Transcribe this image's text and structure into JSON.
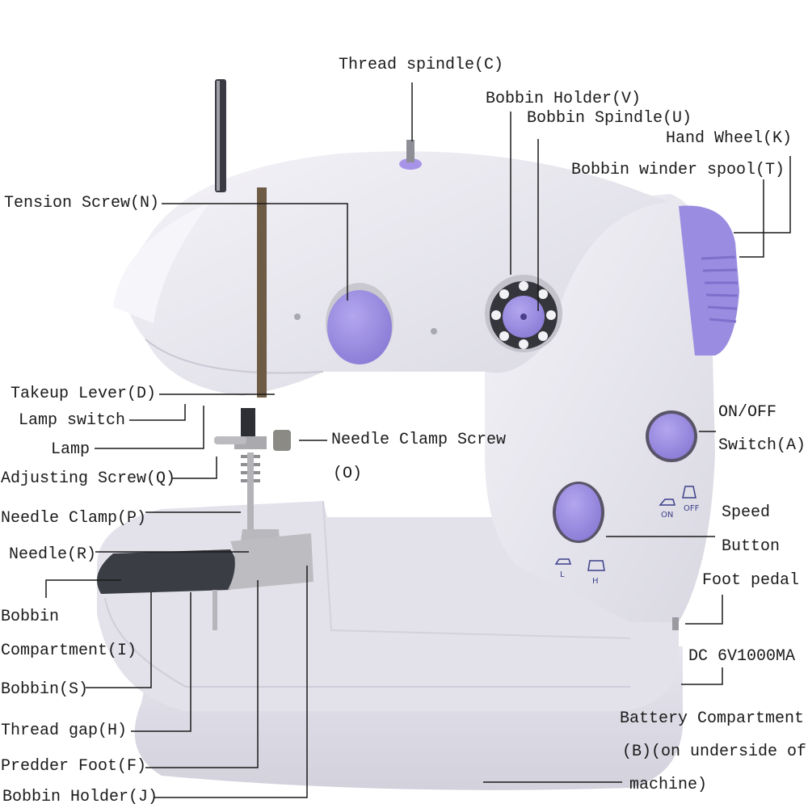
{
  "diagram": {
    "subject": "Mini sewing machine parts",
    "colors": {
      "body": "#ecebf2",
      "body_shadow": "#cfcdd9",
      "accent_purple": "#9d8ee0",
      "accent_purple_dark": "#7a6bc6",
      "metal": "#b9b9bd",
      "dark_plate": "#3a3d44",
      "leader_line": "#1a1a1a"
    },
    "labels": {
      "thread_spindle": "Thread spindle(C)",
      "bobbin_holder_v": "Bobbin Holder(V)",
      "bobbin_spindle": "Bobbin Spindle(U)",
      "hand_wheel": "Hand Wheel(K)",
      "bobbin_winder_spool": "Bobbin winder spool(T)",
      "tension_screw": "Tension Screw(N)",
      "takeup_lever": "Takeup Lever(D)",
      "lamp_switch": "Lamp switch",
      "lamp": "Lamp",
      "adjusting_screw": "Adjusting Screw(Q)",
      "needle_clamp_screw_1": "Needle Clamp Screw",
      "needle_clamp_screw_2": "(O)",
      "needle_clamp": "Needle Clamp(P)",
      "needle": "Needle(R)",
      "bobbin_compartment_1": "Bobbin",
      "bobbin_compartment_2": "Compartment(I)",
      "bobbin_s": "Bobbin(S)",
      "thread_gap": "Thread gap(H)",
      "presser_foot": "Predder Foot(F)",
      "bobbin_holder_j": "Bobbin Holder(J)",
      "onoff_1": "ON/OFF",
      "onoff_2": "Switch(A)",
      "speed_1": "Speed",
      "speed_2": "Button",
      "foot_pedal": "Foot pedal",
      "dc": "DC 6V1000MA",
      "battery_1": "Battery Compartment",
      "battery_2": "(B)(on underside of",
      "battery_3": "machine)"
    },
    "machine_markings": {
      "on": "ON",
      "off": "OFF",
      "low": "L",
      "high": "H"
    }
  }
}
